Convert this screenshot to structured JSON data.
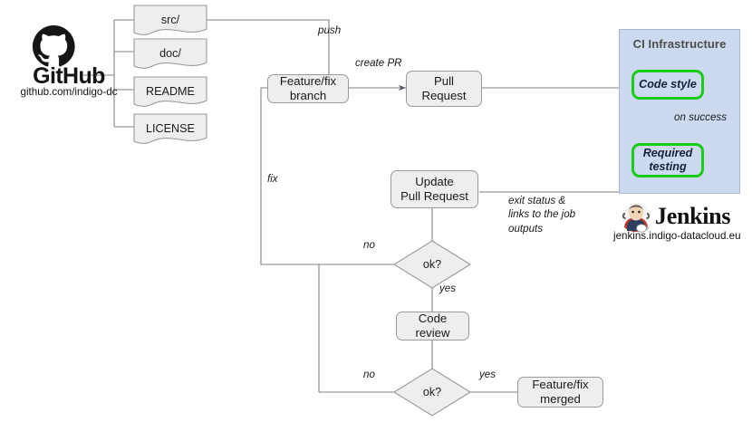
{
  "diagram": {
    "title": "GitHub / Jenkins CI pull-request workflow",
    "github": {
      "logo_icon": "github-octocat-icon",
      "wordmark": "GitHub",
      "url_caption": "github.com/indigo-dc",
      "repo_items": [
        {
          "label": "src/"
        },
        {
          "label": "doc/"
        },
        {
          "label": "README"
        },
        {
          "label": "LICENSE"
        }
      ]
    },
    "nodes": {
      "feature_branch": "Feature/fix\nbranch",
      "feature_branch_line1": "Feature/fix",
      "feature_branch_line2": "branch",
      "pull_request_line1": "Pull",
      "pull_request_line2": "Request",
      "update_pr_line1": "Update",
      "update_pr_line2": "Pull Request",
      "code_review_line1": "Code",
      "code_review_line2": "review",
      "merged_line1": "Feature/fix",
      "merged_line2": "merged",
      "decision_1": "ok?",
      "decision_2": "ok?"
    },
    "ci": {
      "title": "CI Infrastructure",
      "panel_color": "#ccd9ef",
      "accent_color": "#18cc18",
      "stages": [
        {
          "label_line1": "Code style",
          "label_line2": ""
        },
        {
          "label_line1": "Required",
          "label_line2": "testing"
        }
      ],
      "between_label": "on success"
    },
    "jenkins": {
      "logo_icon": "jenkins-butler-icon",
      "wordmark": "Jenkins",
      "url_caption": "jenkins.indigo-datacloud.eu"
    },
    "edge_labels": {
      "push": "push",
      "create_pr": "create PR",
      "fix": "fix",
      "exit_status": "exit status &\nlinks to the job\noutputs",
      "no_1": "no",
      "yes_1": "yes",
      "no_2": "no",
      "yes_2": "yes"
    }
  }
}
